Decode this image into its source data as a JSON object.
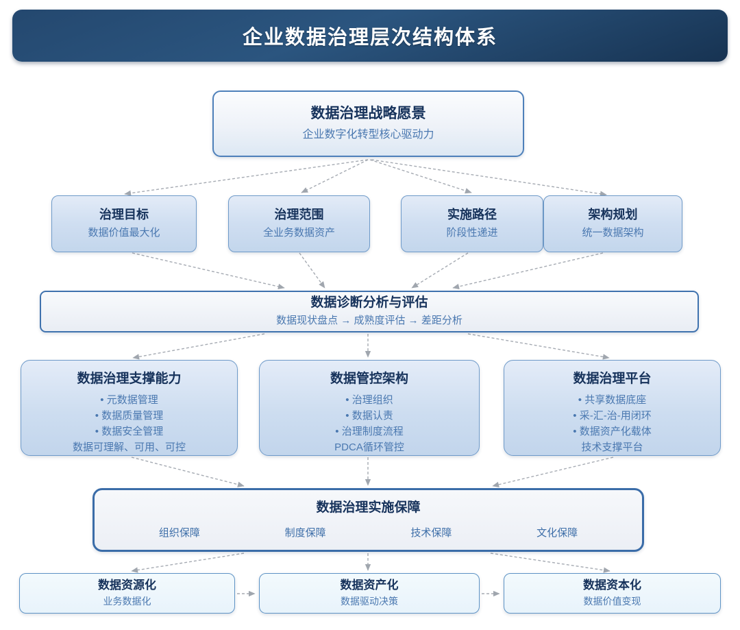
{
  "banner": {
    "title": "企业数据治理层次结构体系"
  },
  "vision": {
    "title": "数据治理战略愿景",
    "subtitle": "企业数字化转型核心驱动力"
  },
  "pillars": [
    {
      "title": "治理目标",
      "subtitle": "数据价值最大化"
    },
    {
      "title": "治理范围",
      "subtitle": "全业务数据资产"
    },
    {
      "title": "实施路径",
      "subtitle": "阶段性递进"
    },
    {
      "title": "架构规划",
      "subtitle": "统一数据架构"
    }
  ],
  "diagnosis": {
    "title": "数据诊断分析与评估",
    "subtitle": "数据现状盘点 → 成熟度评估 → 差距分析"
  },
  "capabilities": [
    {
      "title": "数据治理支撑能力",
      "items": [
        "• 元数据管理",
        "• 数据质量管理",
        "• 数据安全管理",
        "数据可理解、可用、可控"
      ]
    },
    {
      "title": "数据管控架构",
      "items": [
        "• 治理组织",
        "• 数据认责",
        "• 治理制度流程",
        "PDCA循环管控"
      ]
    },
    {
      "title": "数据治理平台",
      "items": [
        "• 共享数据底座",
        "• 采-汇-治-用闭环",
        "• 数据资产化载体",
        "技术支撑平台"
      ]
    }
  ],
  "assurance": {
    "title": "数据治理实施保障",
    "items": [
      "组织保障",
      "制度保障",
      "技术保障",
      "文化保障"
    ]
  },
  "value_stages": [
    {
      "title": "数据资源化",
      "subtitle": "业务数据化"
    },
    {
      "title": "数据资产化",
      "subtitle": "数据驱动决策"
    },
    {
      "title": "数据资本化",
      "subtitle": "数据价值变现"
    }
  ],
  "colors": {
    "banner_dark": "#1b3a5f",
    "node_border": "#6e9ac9",
    "strong_border": "#3a6ca8",
    "title_text": "#16325b",
    "body_text": "#4a78b0",
    "arrow": "#a5aab2"
  }
}
